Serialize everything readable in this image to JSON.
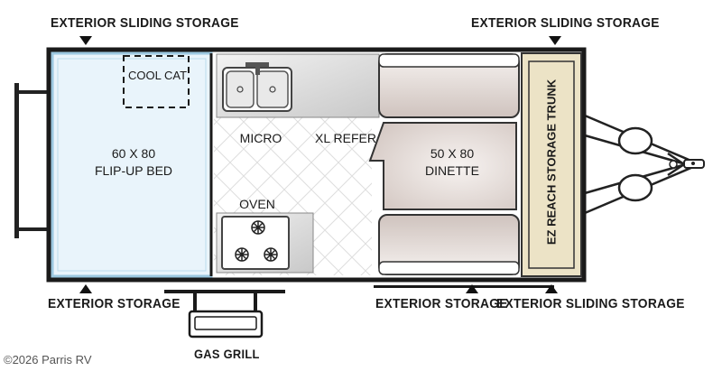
{
  "labels": {
    "ext_sliding_left": "EXTERIOR SLIDING STORAGE",
    "ext_sliding_right": "EXTERIOR SLIDING STORAGE",
    "ext_storage_left": "EXTERIOR STORAGE",
    "ext_storage_mid": "EXTERIOR STORAGE",
    "ext_sliding_bottom": "EXTERIOR SLIDING STORAGE",
    "gas_grill": "GAS GRILL"
  },
  "rooms": {
    "cool_cat": "COOL CAT",
    "bed_line1": "60 X 80",
    "bed_line2": "FLIP-UP BED",
    "micro": "MICRO",
    "refer": "XL REFER",
    "oven": "OVEN",
    "dinette_line1": "50 X 80",
    "dinette_line2": "DINETTE",
    "trunk": "EZ REACH STORAGE TRUNK"
  },
  "footer": {
    "copyright": "©2026 Parris RV"
  },
  "colors": {
    "wall": "#1a1a1a",
    "bed_fill": "#e8f3fa",
    "bed_border": "#9cc8e0",
    "cushion": "#d9cfcb",
    "cushion_light": "#f4efec",
    "trunk": "#ede3c4",
    "counter": "#d6d6d6",
    "floor_line": "#dcdcdc"
  }
}
